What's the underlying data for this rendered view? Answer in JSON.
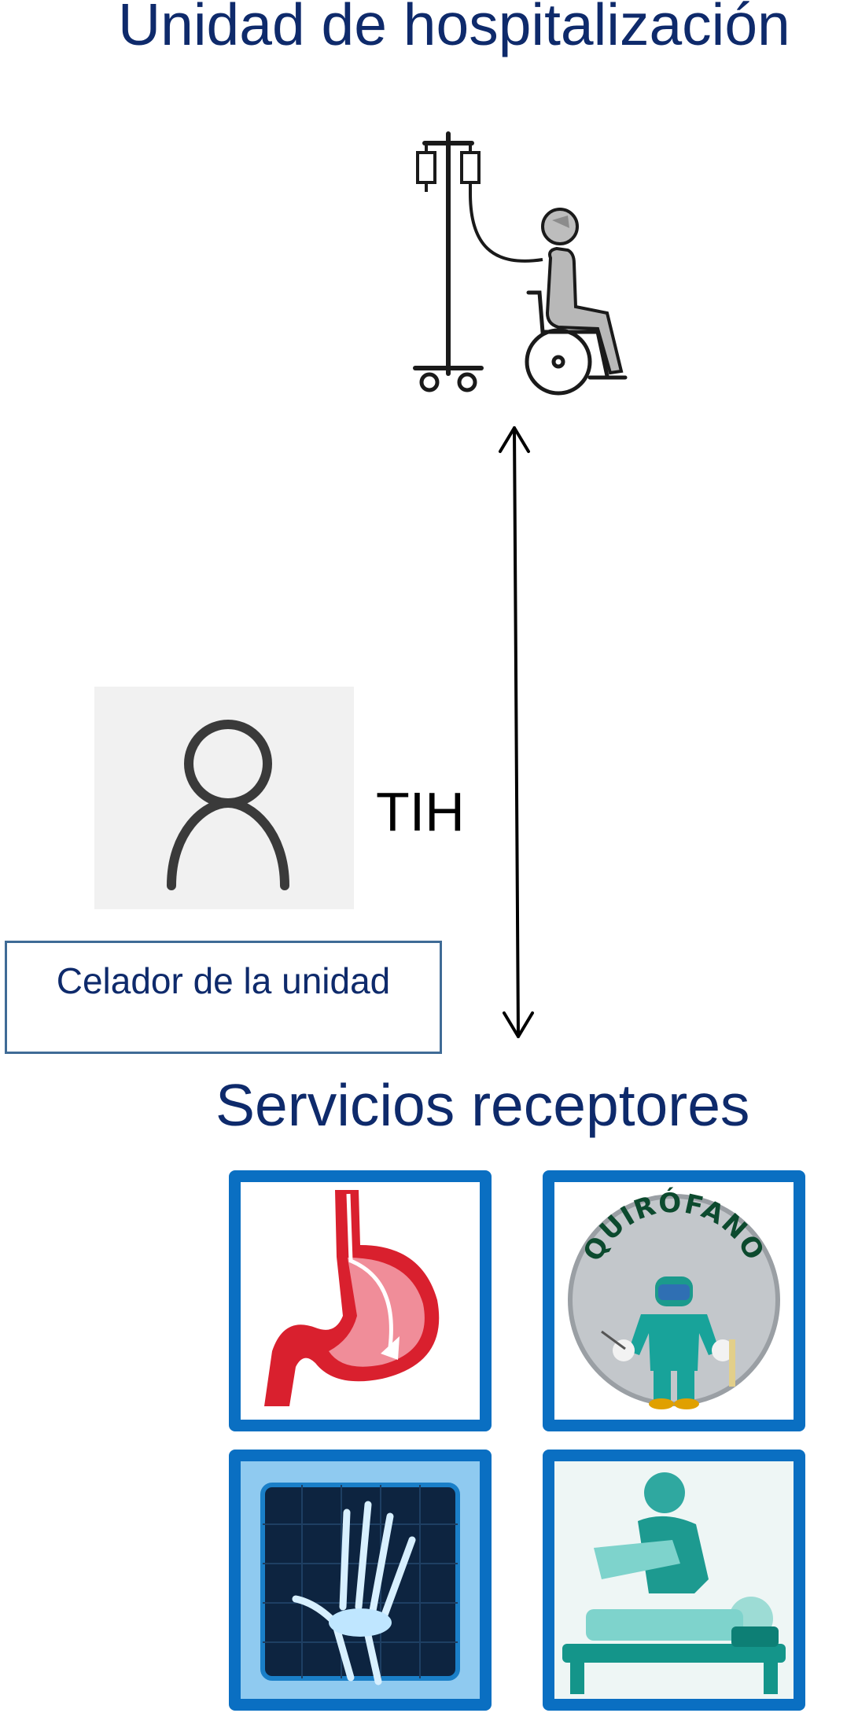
{
  "header": {
    "title": "Unidad de hospitalización"
  },
  "flow": {
    "label": "TIH",
    "role": "Celador de la unidad"
  },
  "destinations": {
    "title": "Servicios receptores",
    "tiles": [
      {
        "icon": "stomach-icon"
      },
      {
        "icon": "operating-room-badge-icon",
        "badge_text": "QUIRÓFANO"
      },
      {
        "icon": "hand-xray-icon"
      },
      {
        "icon": "patient-table-icon"
      }
    ]
  },
  "colors": {
    "title": "#0e2a6b",
    "tile_border": "#0a6fc2",
    "role_border": "#3f6b96"
  }
}
